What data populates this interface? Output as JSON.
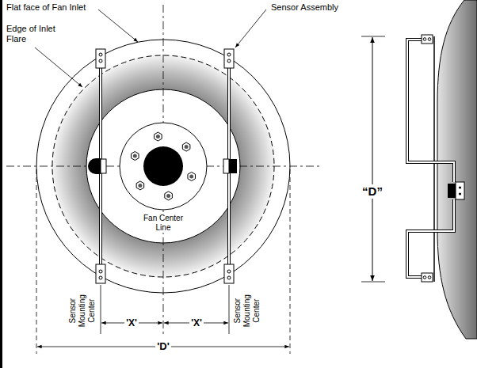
{
  "diagram": {
    "labels": [
      "Flat face of Fan Inlet",
      "Sensor Assembly",
      "Edge of Inlet Flare",
      "“D”",
      "Fan Center Line",
      "Sensor Mounting Center",
      "'X'",
      "'X'",
      "Sensor Mounting Center",
      "'D'"
    ]
  }
}
